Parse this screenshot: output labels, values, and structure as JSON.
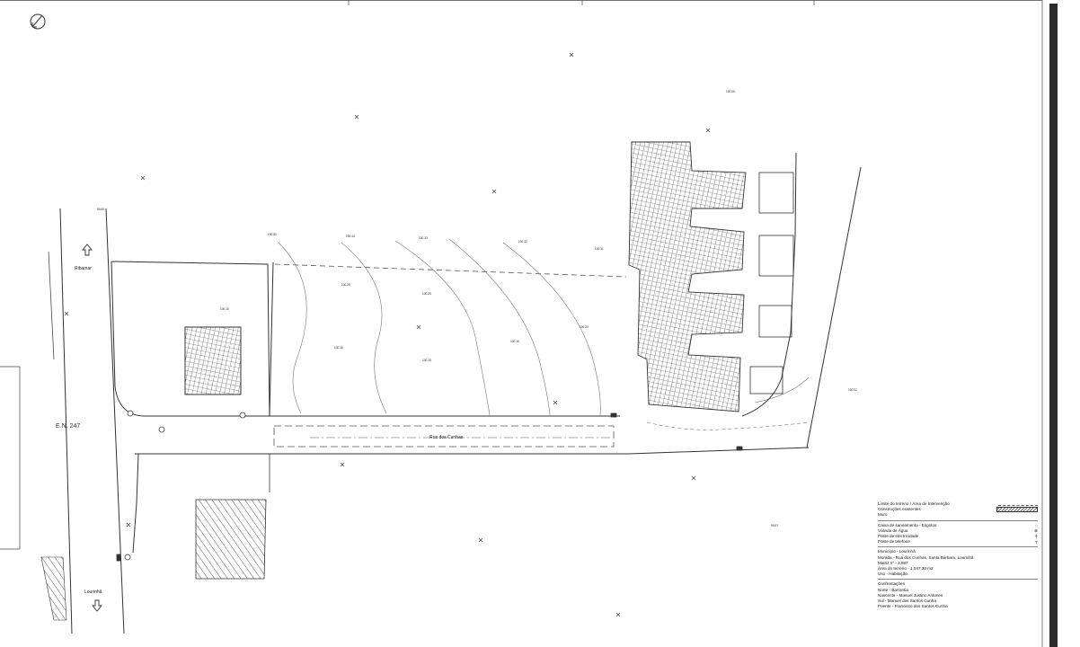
{
  "roads": {
    "en247": "E.N. 247",
    "rua_dos_cunhas": "Rua dos Cunhas",
    "ribamar": "Ribamar",
    "lourinha": "Lourinhã"
  },
  "elevations": [
    "100.50",
    "100.44",
    "100.33",
    "100.32",
    "100.31",
    "100.28",
    "100.25",
    "100.20",
    "100.18",
    "100.16",
    "100.15",
    "100.10",
    "100.05",
    "100.02",
    "99.97",
    "99.95"
  ],
  "legend": {
    "symbols": [
      {
        "label": "Limite do terreno / Área de Intervenção"
      },
      {
        "label": "Construções existentes"
      },
      {
        "label": "Muro"
      }
    ],
    "networks": [
      "Caixa de saneamento - Esgotos",
      "Válvula de Água",
      "Poste de electricidade",
      "Poste de telefone"
    ],
    "info": [
      "Município - Lourinhã",
      "Morada - Rua dos Cunhas, Santa Bárbara, Lourinhã",
      "Matriz nº - 3.987",
      "Área do terreno - 1.047,30 m2",
      "Uso - Habitação"
    ],
    "confrontacoes_title": "Confrontações",
    "confrontacoes": [
      "Norte - Barrantia",
      "Nascente - Manuel Justino Antunes",
      "Sul - Manuel dos Santos Cunha",
      "Poente - Francisco dos Santos Cunha"
    ]
  },
  "colors": {
    "line": "#333333",
    "dashed": "#555555",
    "sidebar": "#2b2b2b"
  }
}
